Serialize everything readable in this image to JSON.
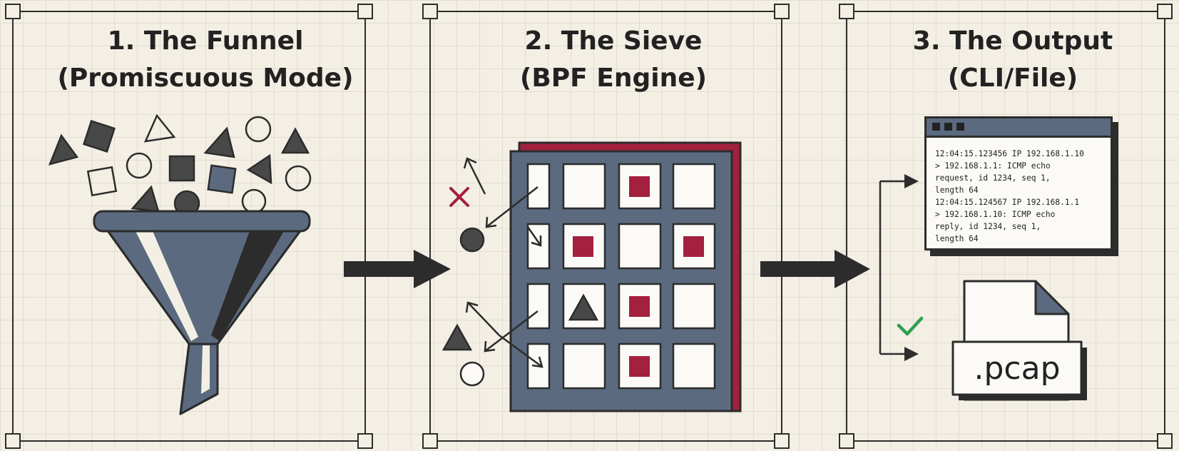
{
  "panels": [
    {
      "title_line1": "1. The Funnel",
      "title_line2": "(Promiscuous Mode)"
    },
    {
      "title_line1": "2. The Sieve",
      "title_line2": "(BPF Engine)"
    },
    {
      "title_line1": "3. The Output",
      "title_line2": "(CLI/File)"
    }
  ],
  "terminal": {
    "lines": [
      "12:04:15.123456 IP 192.168.1.10",
      "> 192.168.1.1: ICMP echo",
      "request, id 1234, seq 1,",
      "length 64",
      "12:04:15.124567 IP 192.168.1.1",
      "> 192.168.1.10: ICMP echo",
      "reply, id 1234, seq 1,",
      "length 64"
    ]
  },
  "file": {
    "label": ".pcap"
  },
  "colors": {
    "background": "#f3efe5",
    "grid": "#e3ddd0",
    "line": "#2c2c2c",
    "slate": "#5b6a7f",
    "dark_shape": "#444444",
    "crimson": "#a3203f",
    "check_green": "#2e9e4f"
  },
  "icons": {
    "reject": "x-mark-icon",
    "accept": "checkmark-icon"
  }
}
